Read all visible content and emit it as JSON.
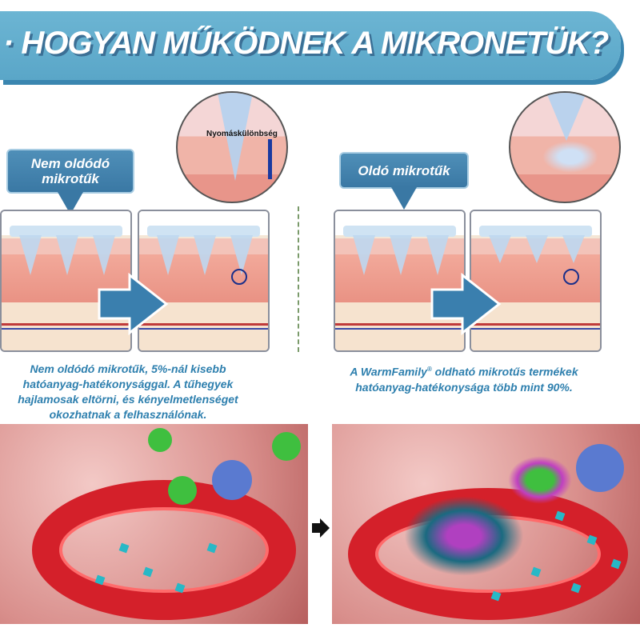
{
  "header": {
    "title": "· HOGYAN MŰKÖDNEK A MIKRONETÜK?"
  },
  "left": {
    "label": "Nem oldódó mikrotűk",
    "magnifier_label": "Nyomáskülönbség",
    "description": "Nem oldódó mikrotűk, 5%-nál kisebb hatóanyag-hatékonysággal. A tűhegyek hajlamosak eltörni, és kényelmetlenséget okozhatnak a felhasználónak."
  },
  "right": {
    "label": "Oldó mikrotűk",
    "description_pre": "A WarmFamily",
    "description_reg": "®",
    "description_post": " oldható mikrotűs termékek hatóanyag-hatékonysága több mint 90%."
  },
  "colors": {
    "accent": "#5aa6c8",
    "text": "#2d7fae",
    "callout": "#3a78a4"
  }
}
